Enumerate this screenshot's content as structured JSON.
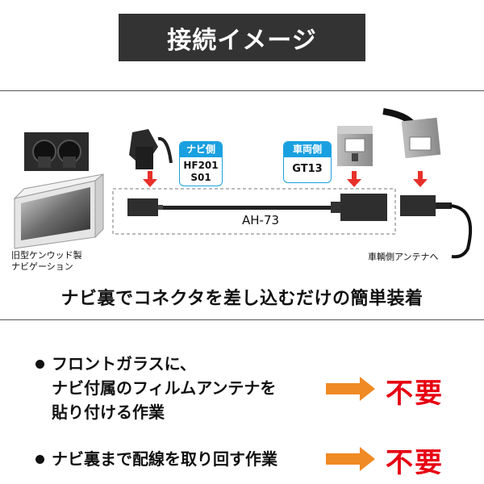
{
  "title": "接続イメージ",
  "diagram": {
    "navi_tag": {
      "header": "ナビ側",
      "line1": "HF201",
      "line2": "S01"
    },
    "car_tag": {
      "header": "車両側",
      "line1": "GT13"
    },
    "cable_label": "AH-73",
    "navi_label_line1": "旧型ケンウッド製",
    "navi_label_line2": "ナビゲーション",
    "antenna_label": "車輌側アンテナへ"
  },
  "headline": "ナビ裏でコネクタを差し込むだけの簡単装着",
  "items": [
    {
      "line1": "フロントガラスに、",
      "line2": "ナビ付属のフィルムアンテナを",
      "line3": "貼り付ける作業",
      "result": "不要"
    },
    {
      "line1": "ナビ裏まで配線を取り回す作業",
      "result": "不要"
    }
  ],
  "colors": {
    "title_bg": "#333333",
    "tag_blue": "#1aa0e0",
    "pointer_red": "#e8302a",
    "arrow_orange": "#f08a24",
    "result_red": "#e60012"
  }
}
